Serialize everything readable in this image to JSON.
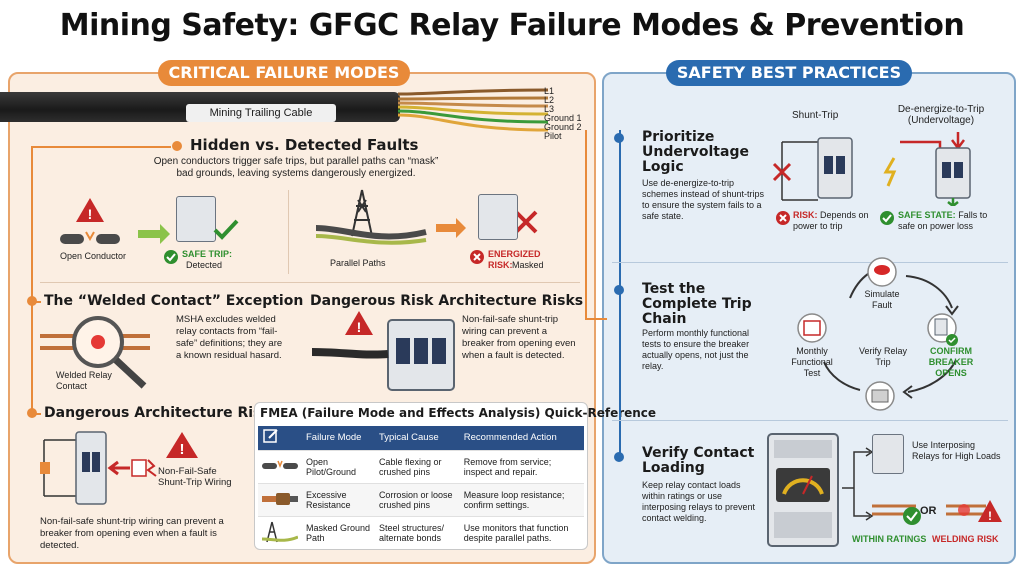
{
  "title": "Mining Safety: GFGC Relay Failure Modes & Prevention",
  "left_panel": {
    "header": "CRITICAL FAILURE MODES",
    "cable": {
      "label": "Mining Trailing Cable",
      "wires": [
        "L1",
        "L2",
        "L3",
        "Ground 1",
        "Ground 2",
        "Pilot"
      ]
    },
    "hidden_faults": {
      "heading": "Hidden vs. Detected Faults",
      "text": "Open conductors trigger safe trips, but parallel paths can “mask” bad grounds, leaving systems dangerously energized.",
      "open_conductor": "Open Conductor",
      "safe_trip": "SAFE TRIP:",
      "safe_trip_sub": "Detected",
      "parallel_paths": "Parallel Paths",
      "energized": "ENERGIZED",
      "energized_sub": "RISK:",
      "energized_sub2": "Masked"
    },
    "welded": {
      "heading": "The “Welded Contact” Exception",
      "text": "MSHA excludes welded relay contacts from “fail-safe” definitions; they are a known residual hasard.",
      "caption": "Welded Relay Contact"
    },
    "dangerous_arch_risks": {
      "heading": "Dangerous Risk Architecture Risks",
      "text": "Non-fail-safe shunt-trip wiring can prevent a breaker from opening even when a fault is detected."
    },
    "dangerous_arch": {
      "heading": "Dangerous Architecture Risks",
      "label": "Non-Fail-Safe Shunt-Trip Wiring",
      "text": "Non-fail-safe shunt-trip wiring can prevent a breaker from opening even when a fault is detected."
    },
    "fmea": {
      "title": "FMEA (Failure Mode and Effects Analysis) Quick-Reference",
      "headers": [
        "Failure Mode",
        "Typical Cause",
        "Recommended Action"
      ],
      "rows": [
        {
          "mode": "Open Pilot/Ground",
          "cause": "Cable flexing or crushed pins",
          "action": "Remove from service; inspect and repair."
        },
        {
          "mode": "Excessive Resistance",
          "cause": "Corrosion or loose crushed pins",
          "action": "Measure loop resistance; confirm settings."
        },
        {
          "mode": "Masked Ground Path",
          "cause": "Steel structures/ alternate bonds",
          "action": "Use monitors that function despite parallel paths."
        }
      ]
    }
  },
  "right_panel": {
    "header": "SAFETY BEST PRACTICES",
    "undervoltage": {
      "heading": "Prioritize Undervoltage Logic",
      "text": "Use de-energize-to-trip schemes instead of shunt-trips to ensure the system fails to a safe state.",
      "shunt_trip": "Shunt-Trip",
      "de_energize": "De-energize-to-Trip (Undervoltage)",
      "risk_label": "RISK:",
      "risk_text": "Depends on power to trip",
      "safe_label": "SAFE STATE:",
      "safe_text": "Falls to safe on power loss"
    },
    "trip_chain": {
      "heading": "Test the Complete Trip Chain",
      "text": "Perform monthly functional tests to ensure the breaker actually opens, not just the relay.",
      "simulate": "Simulate Fault",
      "confirm": "CONFIRM BREAKER OPENS",
      "verify": "Verify Relay Trip",
      "monthly": "Monthly Functional Test"
    },
    "contact_loading": {
      "heading": "Verify Contact Loading",
      "text": "Keep relay contact loads within ratings or use interposing relays to prevent contact welding.",
      "interposing": "Use Interposing Relays for High Loads",
      "or": "OR",
      "within": "WITHIN RATINGS",
      "welding": "WELDING RISK"
    }
  },
  "colors": {
    "orange": "#e88a3a",
    "blue": "#2a6bb0",
    "green": "#2f8f2f",
    "red": "#c62828"
  }
}
